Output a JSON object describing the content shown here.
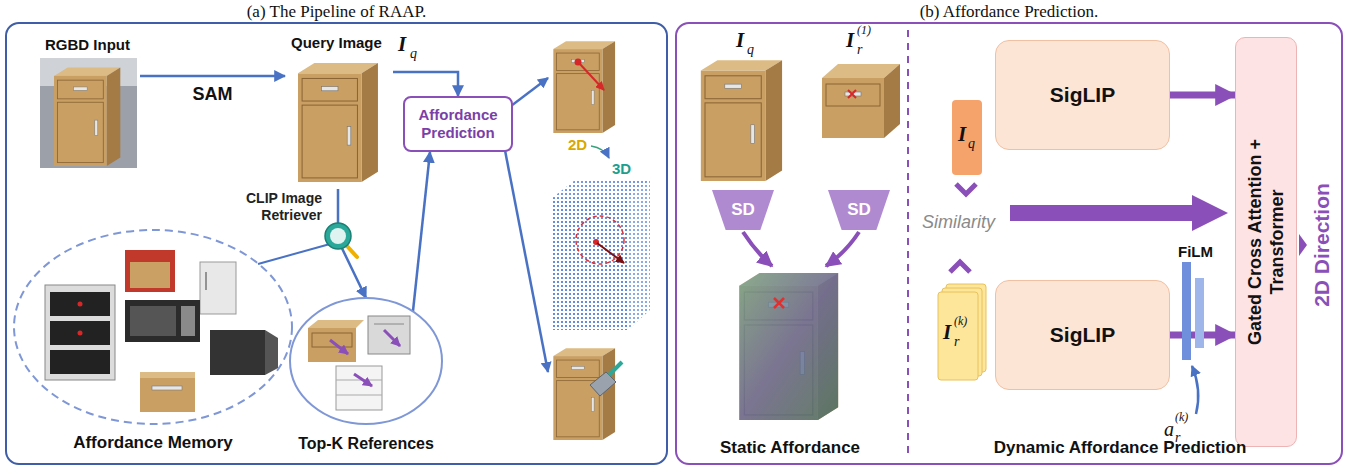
{
  "diagram": {
    "nodes": [
      {
        "text": [
          "(a) The Pipeline of RAAP."
        ]
      },
      {
        "text": [
          "RGBD Input"
        ],
        "in": 0
      },
      {
        "text": [
          "Query Image"
        ],
        "in": 0
      },
      {
        "text": [
          "Affordance Prediction"
        ],
        "in": 0
      },
      {
        "text": [
          "Affordance Memory"
        ],
        "in": 0
      },
      {
        "text": [
          "Top-K References"
        ],
        "in": 0
      },
      {
        "text": [
          "(b) Affordance Prediction."
        ]
      },
      {
        "text": [
          "SD"
        ],
        "in": 6
      },
      {
        "text": [
          "SD"
        ],
        "in": 6
      },
      {
        "text": [
          "SigLIP"
        ],
        "in": 6
      },
      {
        "text": [
          "SigLIP"
        ],
        "in": 6
      },
      {
        "text": [
          "Gated Cross Attention + Transformer"
        ],
        "in": 6
      }
    ],
    "edges": [
      {
        "from": 1,
        "to": 2,
        "label": "SAM",
        "arrow": "to"
      },
      {
        "from": 2,
        "to": 3,
        "arrow": "to"
      },
      {
        "from": 2,
        "to": 5,
        "arrow": "to"
      },
      {
        "from": 5,
        "to": 3,
        "arrow": "to"
      },
      {
        "from": 9,
        "to": 11,
        "arrow": "to"
      },
      {
        "from": 10,
        "to": 11,
        "arrow": "to"
      }
    ],
    "labels": [
      "I",
      "q",
      "CLIP Image Retriever",
      "2D",
      "3D",
      "I",
      "q",
      "I",
      "r",
      "(1)",
      "Similarity",
      "I",
      "q",
      "I",
      "r",
      "(k)",
      "FiLM",
      "a",
      "r",
      "(k)",
      "2D Direction",
      "Static Affordance",
      "Dynamic Affordance Prediction"
    ]
  }
}
